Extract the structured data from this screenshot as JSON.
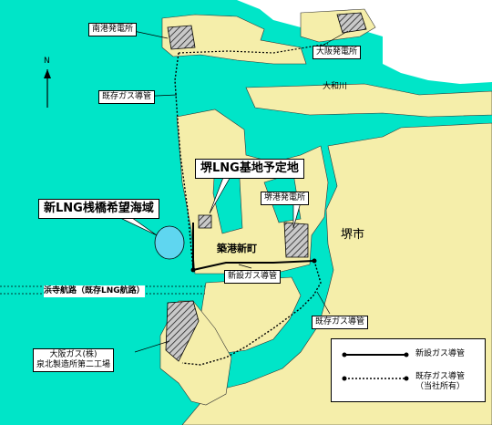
{
  "map": {
    "colors": {
      "sea": "#00e5c8",
      "land": "#f5eeaa",
      "facility_fill": "#8e8e8e",
      "new_pipeline": "#000000",
      "existing_pipeline": "#000000",
      "lng_area": "#5fd6f0"
    },
    "compass_label": "N",
    "labels": {
      "nanko_plant": "南港発電所",
      "osaka_plant": "大阪発電所",
      "yamato_river": "大和川",
      "existing_pipe_top": "既存ガス導管",
      "sakai_lng_site": "堺LNG基地予定地",
      "sakai_plant": "堺港発電所",
      "new_lng_pier_area": "新LNG桟橋希望海域",
      "sakai_city": "堺市",
      "chikko_shinmachi": "築港新町",
      "new_pipe_label": "新設ガス導管",
      "hamadera_route": "浜寺航路（既存LNG航路）",
      "existing_pipe_bottom": "既存ガス導管",
      "osaka_gas_line1": "大阪ガス(株)",
      "osaka_gas_line2": "泉北製造所第二工場"
    },
    "legend": {
      "new_pipeline": "新設ガス導管",
      "existing_pipeline_line1": "既存ガス導管",
      "existing_pipeline_line2": "（当社所有）"
    }
  }
}
